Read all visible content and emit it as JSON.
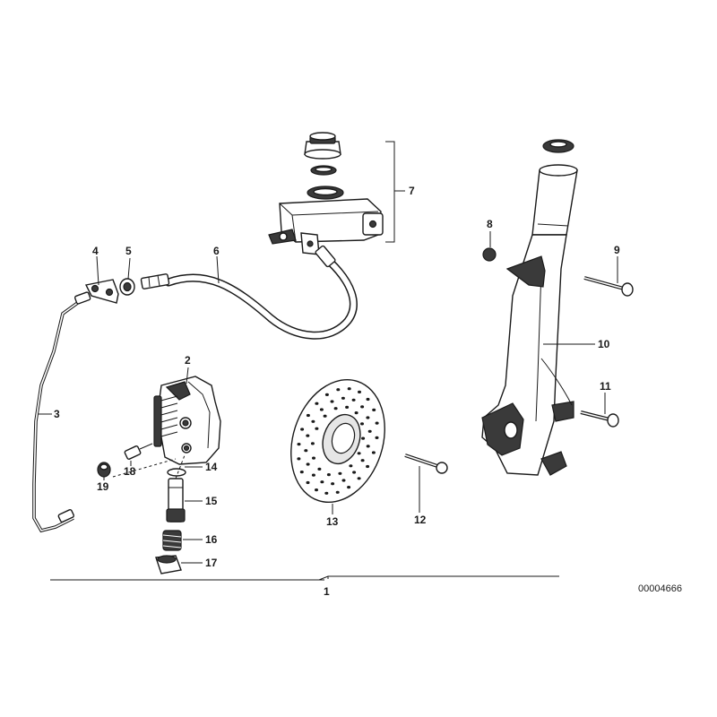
{
  "diagram_code": "00004666",
  "callouts": [
    {
      "id": "1",
      "text": "1"
    },
    {
      "id": "2",
      "text": "2"
    },
    {
      "id": "3",
      "text": "3"
    },
    {
      "id": "4",
      "text": "4"
    },
    {
      "id": "5",
      "text": "5"
    },
    {
      "id": "6",
      "text": "6"
    },
    {
      "id": "7",
      "text": "7"
    },
    {
      "id": "8",
      "text": "8"
    },
    {
      "id": "9",
      "text": "9"
    },
    {
      "id": "10",
      "text": "10"
    },
    {
      "id": "11",
      "text": "11"
    },
    {
      "id": "12",
      "text": "12"
    },
    {
      "id": "13",
      "text": "13"
    },
    {
      "id": "14",
      "text": "14"
    },
    {
      "id": "15",
      "text": "15"
    },
    {
      "id": "16",
      "text": "16"
    },
    {
      "id": "17",
      "text": "17"
    },
    {
      "id": "18",
      "text": "18"
    },
    {
      "id": "19",
      "text": "19"
    }
  ]
}
